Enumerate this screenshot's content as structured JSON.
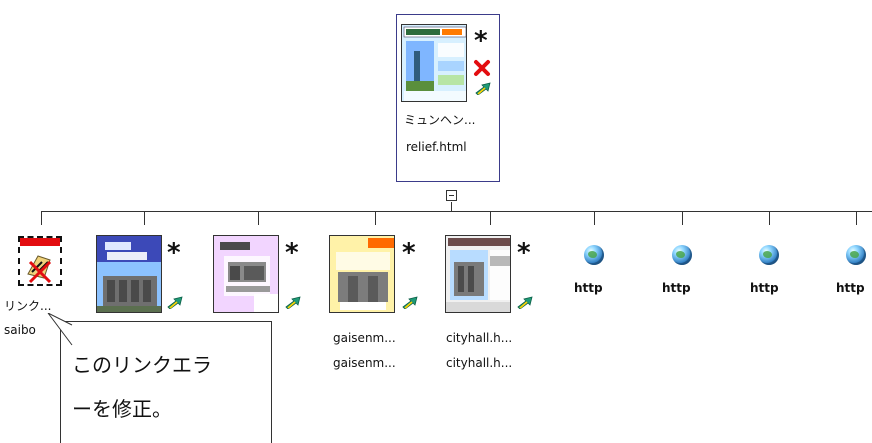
{
  "root": {
    "title": "ミュンヘン...",
    "filename": "relief.html",
    "collapse": "−"
  },
  "children": [
    {
      "label1": "リンク...",
      "label2": "saibo",
      "has_star": false,
      "error": true
    },
    {
      "label1": "",
      "label2": "",
      "has_star": true,
      "error": false
    },
    {
      "label1": "",
      "label2": "",
      "has_star": true,
      "error": false
    },
    {
      "label1": "gaisenm...",
      "label2": "gaisenm...",
      "has_star": true,
      "error": false
    },
    {
      "label1": "cityhall.h...",
      "label2": "cityhall.h...",
      "has_star": true,
      "error": false
    },
    {
      "label1": "http",
      "label2": "",
      "has_star": false,
      "error": false
    },
    {
      "label1": "http",
      "label2": "",
      "has_star": false,
      "error": false
    },
    {
      "label1": "http",
      "label2": "",
      "has_star": false,
      "error": false
    },
    {
      "label1": "http",
      "label2": "",
      "has_star": false,
      "error": false
    }
  ],
  "star_glyph": "*",
  "callout": {
    "text_line1": "このリンクエラ",
    "text_line2": "ーを修正。"
  },
  "icons": {
    "broken_link": "broken-link-icon",
    "globe": "globe-icon",
    "arrow": "link-arrow-icon",
    "delete": "delete-x-icon"
  },
  "colors": {
    "tree_lines": "#333333",
    "error_red": "#e30d10",
    "arrow_teal": "#1f9b76",
    "globe_blue": "#2c7ac0"
  }
}
